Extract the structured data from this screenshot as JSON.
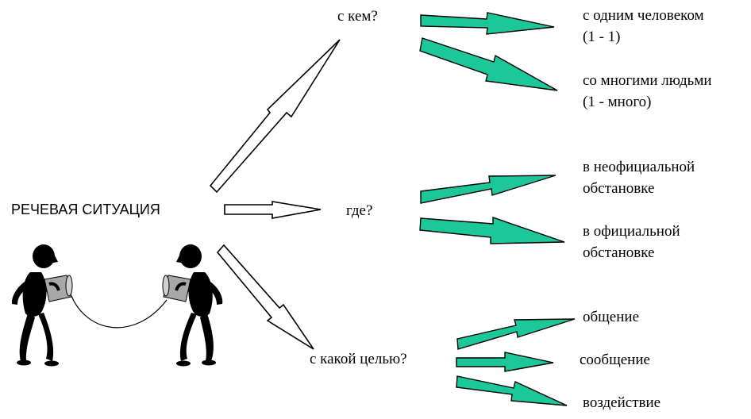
{
  "root_label": "РЕЧЕВАЯ СИТУАЦИЯ",
  "questions": {
    "with_whom": "с кем?",
    "where": "где?",
    "purpose": "с какой целью?"
  },
  "outcomes": {
    "one": {
      "line1": "с одним человеком",
      "line2": "(1 - 1)"
    },
    "many": {
      "line1": "со многими людьми",
      "line2": "(1 - много)"
    },
    "informal": {
      "line1": "в неофициальной",
      "line2": "обстановке"
    },
    "formal": {
      "line1": "в официальной",
      "line2": "обстановке"
    },
    "communication": "общение",
    "message": "сообщение",
    "influence": "воздействие"
  },
  "colors": {
    "primary_arrow_fill": "#ffffff",
    "secondary_arrow_fill": "#1cc79a",
    "outline": "#000000"
  },
  "illustration": "two-figures-tin-can-telephone"
}
